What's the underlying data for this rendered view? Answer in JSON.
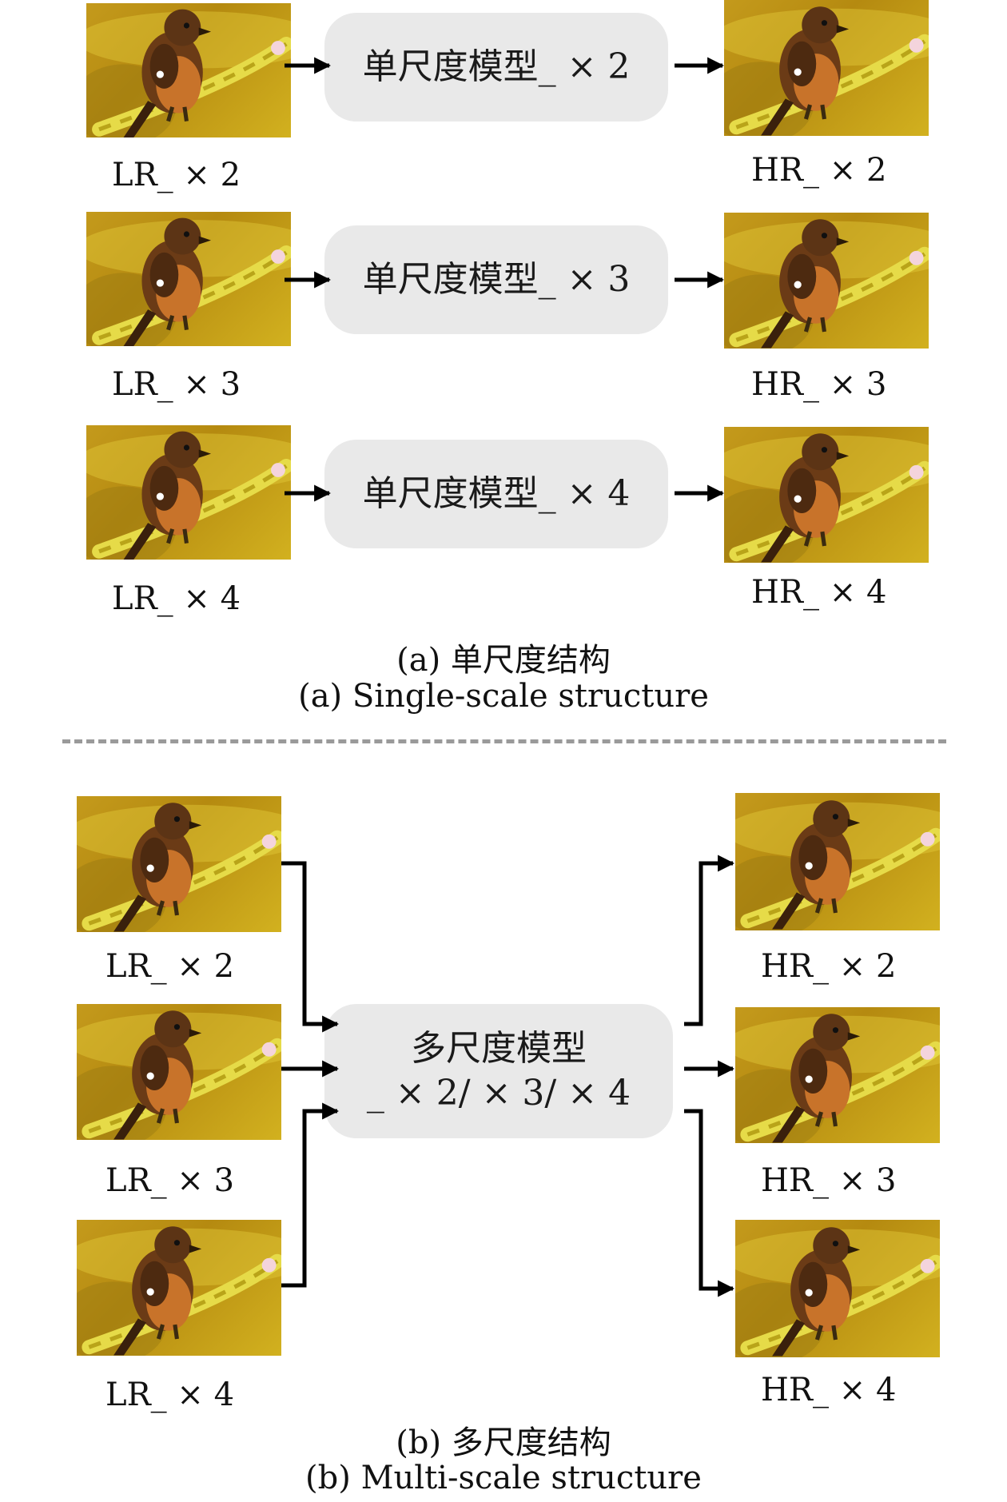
{
  "single": {
    "rows": [
      {
        "lr_label": "LR_ × 2",
        "model_label": "单尺度模型_ × 2",
        "hr_label": "HR_ × 2"
      },
      {
        "lr_label": "LR_ × 3",
        "model_label": "单尺度模型_ × 3",
        "hr_label": "HR_ × 3"
      },
      {
        "lr_label": "LR_ × 4",
        "model_label": "单尺度模型_ × 4",
        "hr_label": "HR_ × 4"
      }
    ],
    "caption_cn": "(a) 单尺度结构",
    "caption_en": "(a) Single-scale structure"
  },
  "multi": {
    "lr_labels": [
      "LR_ × 2",
      "LR_ × 3",
      "LR_ × 4"
    ],
    "hr_labels": [
      "HR_ × 2",
      "HR_ × 3",
      "HR_ × 4"
    ],
    "model_line1": "多尺度模型",
    "model_line2": "_ × 2/ × 3/ × 4",
    "caption_cn": "(b) 多尺度结构",
    "caption_en": "(b) Multi-scale structure"
  },
  "colors": {
    "model_box": "#e9e9e9",
    "arrow": "#000000",
    "divider": "#9a9a9a",
    "image_background": "#c49a1c"
  }
}
